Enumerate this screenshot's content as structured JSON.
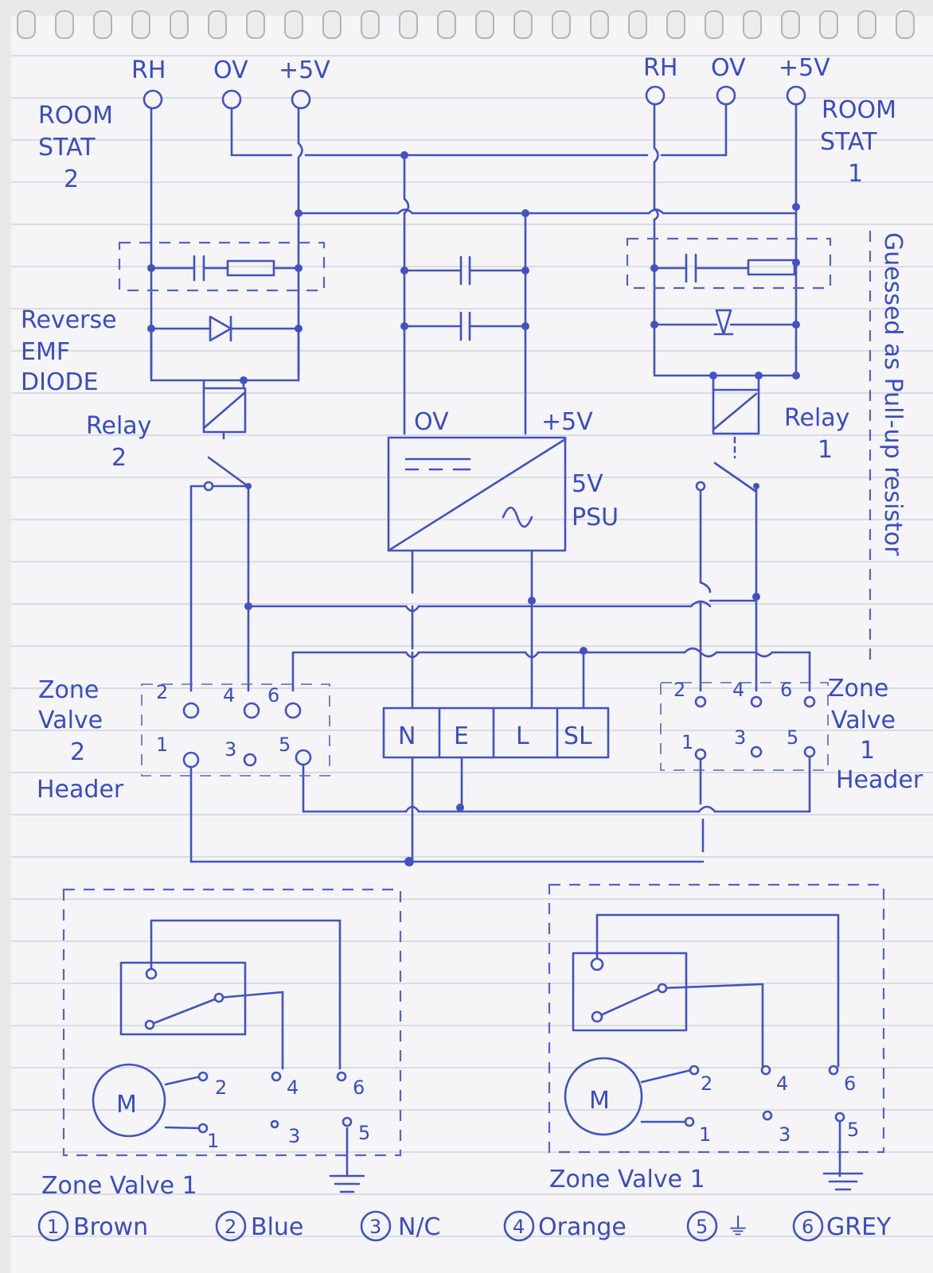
{
  "stat2": {
    "rh": "RH",
    "ov": "OV",
    "plus5": "+5V",
    "label1": "ROOM",
    "label2": "STAT",
    "label3": "2"
  },
  "stat1": {
    "rh": "RH",
    "ov": "OV",
    "plus5": "+5V",
    "label1": "ROOM",
    "label2": "STAT",
    "label3": "1"
  },
  "diode": {
    "line1": "Reverse",
    "line2": "EMF",
    "line3": "DIODE"
  },
  "relay2": {
    "line1": "Relay",
    "line2": "2"
  },
  "relay1": {
    "line1": "Relay",
    "line2": "1"
  },
  "psu": {
    "ov": "OV",
    "plus5": "+5V",
    "line1": "5V",
    "line2": "PSU",
    "dc_symbol": "- - -",
    "ac_symbol": "~"
  },
  "pullup_note": "Guessed as Pull-up resistor",
  "header2": {
    "line1": "Zone",
    "line2": "Valve",
    "line3": "2",
    "line4": "Header",
    "pins_top": [
      "2",
      "4",
      "6"
    ],
    "pins_bottom": [
      "1",
      "3",
      "5"
    ]
  },
  "header1": {
    "line1": "Zone",
    "line2": "Valve",
    "line3": "1",
    "line4": "Header",
    "pins_top": [
      "2",
      "4",
      "6"
    ],
    "pins_bottom": [
      "1",
      "3",
      "5"
    ]
  },
  "mains": {
    "terminals": [
      "N",
      "E",
      "L",
      "SL"
    ]
  },
  "valve_left": {
    "motor": "M",
    "pins_top": [
      "2",
      "4",
      "6"
    ],
    "pins_bottom": [
      "1",
      "3",
      "5"
    ],
    "caption": "Zone Valve 1"
  },
  "valve_right": {
    "motor": "M",
    "pins_top": [
      "2",
      "4",
      "6"
    ],
    "pins_bottom": [
      "1",
      "3",
      "5"
    ],
    "caption": "Zone Valve 1"
  },
  "legend": [
    {
      "num": "1",
      "text": "Brown"
    },
    {
      "num": "2",
      "text": "Blue"
    },
    {
      "num": "3",
      "text": "N/C"
    },
    {
      "num": "4",
      "text": "Orange"
    },
    {
      "num": "5",
      "text": "⏚"
    },
    {
      "num": "6",
      "text": "GREY"
    }
  ]
}
